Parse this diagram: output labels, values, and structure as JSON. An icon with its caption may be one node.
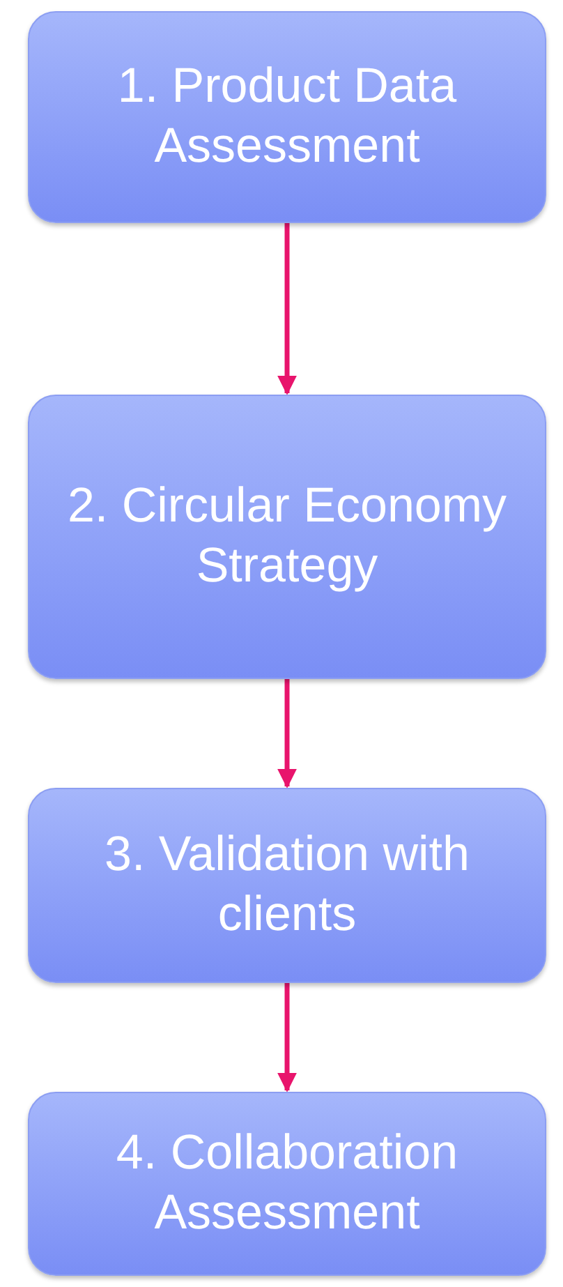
{
  "diagram": {
    "nodes": [
      {
        "text": [
          "1. Product Data Assessment"
        ]
      },
      {
        "text": [
          "2. Circular Economy Strategy"
        ]
      },
      {
        "text": [
          "3. Validation with clients"
        ]
      },
      {
        "text": [
          "4. Collaboration Assessment"
        ]
      }
    ],
    "edges": [
      {
        "from": 0,
        "to": 1,
        "arrow": "to"
      },
      {
        "from": 1,
        "to": 2,
        "arrow": "to"
      },
      {
        "from": 2,
        "to": 3,
        "arrow": "to"
      }
    ]
  }
}
